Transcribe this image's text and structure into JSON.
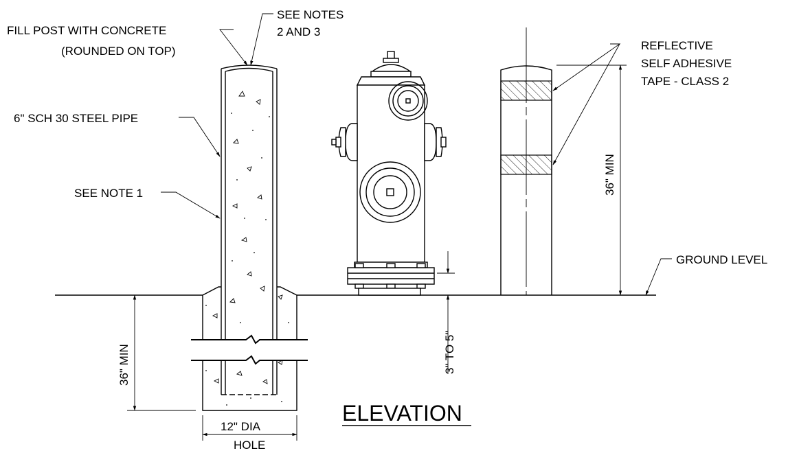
{
  "labels": {
    "fill_post_1": "FILL POST WITH CONCRETE",
    "fill_post_2": "(ROUNDED ON TOP)",
    "see_notes_1": "SEE NOTES",
    "see_notes_2": "2 AND 3",
    "steel_pipe": "6\" SCH 30 STEEL PIPE",
    "see_note_1": "SEE NOTE 1",
    "reflective_1": "REFLECTIVE",
    "reflective_2": "SELF ADHESIVE",
    "reflective_3": "TAPE - CLASS 2",
    "ground_level": "GROUND LEVEL",
    "dim_36_right": "36\" MIN",
    "dim_36_left": "36\" MIN",
    "dim_3_to_5": "3\" TO 5\"",
    "dia": "12\" DIA",
    "hole": "HOLE",
    "title": "ELEVATION"
  },
  "colors": {
    "line": "#000000",
    "background": "#ffffff"
  }
}
